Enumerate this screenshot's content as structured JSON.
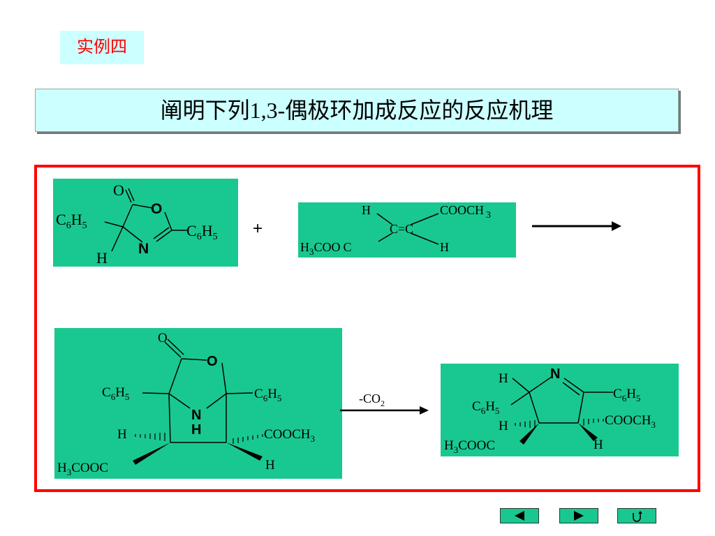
{
  "example_label": "实例四",
  "title": "阐明下列1,3-偶极环加成反应的反应机理",
  "reactant1": {
    "o_carbonyl": "O",
    "o_ring": "O",
    "n_ring": "N",
    "h": "H"
  },
  "reactant2": {
    "h_top": "H",
    "ester_top": "COOCH",
    "ester_top_sub": "3",
    "double_bond": "C=C",
    "h_bottom": "H",
    "ester_left_c": "C"
  },
  "plus": "+",
  "intermediate": {
    "o_carbonyl": "O",
    "o_ring": "O",
    "nh_n": "N",
    "nh_h": "H",
    "h_left": "H",
    "ester_right": "COOCH",
    "h_right": "H"
  },
  "step_label": "-CO",
  "step_label_sub": "2",
  "product": {
    "h_top": "H",
    "n_ring": "N",
    "h_mid": "H",
    "ester_right": "COOCH",
    "h_right": "H"
  },
  "nav": {
    "prev_icon": "triangle-left-icon",
    "next_icon": "triangle-right-icon",
    "return_icon": "u-turn-arrow-icon"
  }
}
